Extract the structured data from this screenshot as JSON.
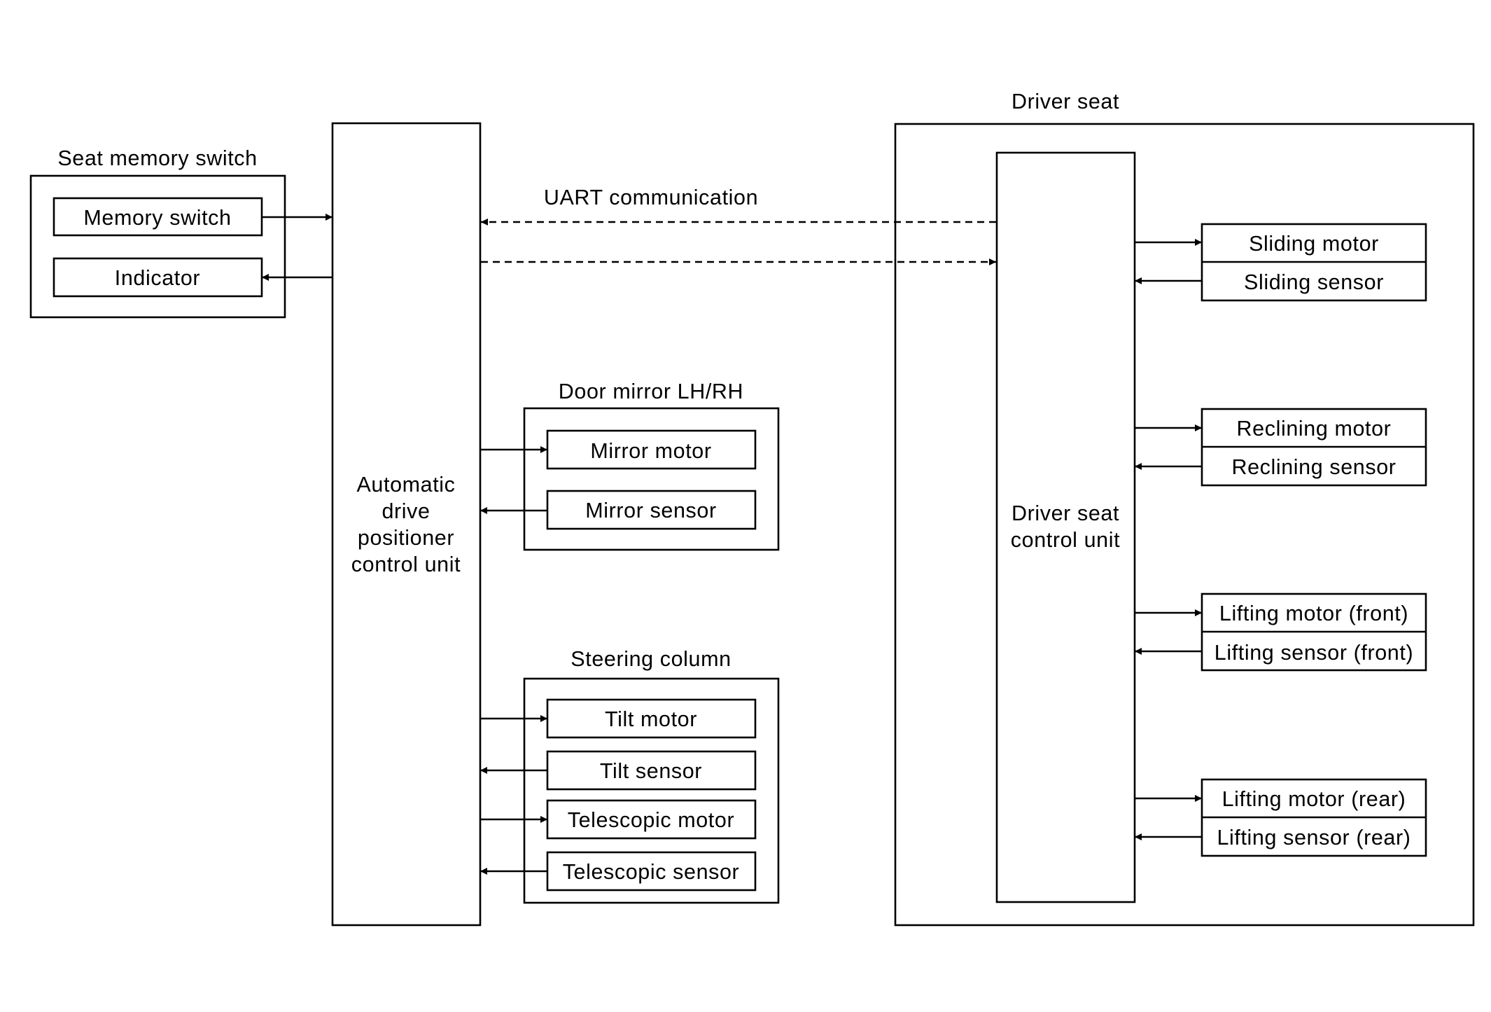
{
  "seat_memory_switch": {
    "title": "Seat memory switch",
    "memory_switch": "Memory switch",
    "indicator": "Indicator"
  },
  "adp_unit": {
    "line1": "Automatic",
    "line2": "drive",
    "line3": "positioner",
    "line4": "control unit"
  },
  "uart": {
    "label": "UART communication"
  },
  "door_mirror": {
    "title": "Door mirror LH/RH",
    "mirror_motor": "Mirror motor",
    "mirror_sensor": "Mirror sensor"
  },
  "steering_column": {
    "title": "Steering column",
    "tilt_motor": "Tilt motor",
    "tilt_sensor": "Tilt sensor",
    "telescopic_motor": "Telescopic motor",
    "telescopic_sensor": "Telescopic sensor"
  },
  "driver_seat": {
    "title": "Driver seat",
    "unit_line1": "Driver seat",
    "unit_line2": "control unit",
    "sliding_motor": "Sliding motor",
    "sliding_sensor": "Sliding sensor",
    "reclining_motor": "Reclining motor",
    "reclining_sensor": "Reclining sensor",
    "lifting_motor_front": "Lifting motor (front)",
    "lifting_sensor_front": "Lifting sensor (front)",
    "lifting_motor_rear": "Lifting motor (rear)",
    "lifting_sensor_rear": "Lifting sensor (rear)"
  }
}
